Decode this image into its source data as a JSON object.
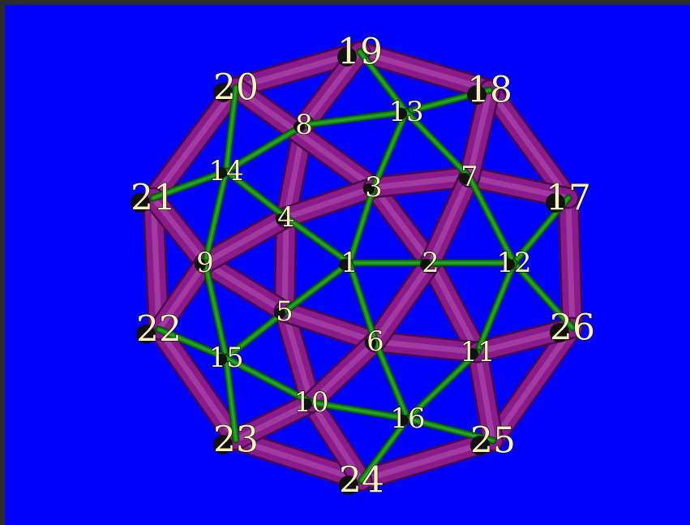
{
  "colors": {
    "background": "#0000ff",
    "outer_edge": "#8b1a8b",
    "inner_edge": "#138a13",
    "node": "#111111",
    "label": "#f6f0c0"
  },
  "nodes": [
    {
      "id": "1",
      "label": "1"
    },
    {
      "id": "2",
      "label": "2"
    },
    {
      "id": "3",
      "label": "3"
    },
    {
      "id": "4",
      "label": "4"
    },
    {
      "id": "5",
      "label": "5"
    },
    {
      "id": "6",
      "label": "6"
    },
    {
      "id": "7",
      "label": "7"
    },
    {
      "id": "8",
      "label": "8"
    },
    {
      "id": "9",
      "label": "9"
    },
    {
      "id": "10",
      "label": "10"
    },
    {
      "id": "11",
      "label": "11"
    },
    {
      "id": "12",
      "label": "12"
    },
    {
      "id": "13",
      "label": "13"
    },
    {
      "id": "14",
      "label": "14"
    },
    {
      "id": "15",
      "label": "15"
    },
    {
      "id": "16",
      "label": "16"
    },
    {
      "id": "17",
      "label": "17"
    },
    {
      "id": "18",
      "label": "18"
    },
    {
      "id": "19",
      "label": "19"
    },
    {
      "id": "20",
      "label": "20"
    },
    {
      "id": "21",
      "label": "21"
    },
    {
      "id": "22",
      "label": "22"
    },
    {
      "id": "23",
      "label": "23"
    },
    {
      "id": "24",
      "label": "24"
    },
    {
      "id": "25",
      "label": "25"
    },
    {
      "id": "26",
      "label": "26"
    }
  ],
  "edges": [
    {
      "from": "19",
      "to": "18",
      "style": "outer"
    },
    {
      "from": "18",
      "to": "17",
      "style": "outer"
    },
    {
      "from": "17",
      "to": "26",
      "style": "outer"
    },
    {
      "from": "26",
      "to": "25",
      "style": "outer"
    },
    {
      "from": "25",
      "to": "24",
      "style": "outer"
    },
    {
      "from": "24",
      "to": "23",
      "style": "outer"
    },
    {
      "from": "23",
      "to": "22",
      "style": "outer"
    },
    {
      "from": "22",
      "to": "21",
      "style": "outer"
    },
    {
      "from": "21",
      "to": "20",
      "style": "outer"
    },
    {
      "from": "20",
      "to": "19",
      "style": "outer"
    },
    {
      "from": "19",
      "to": "8",
      "style": "outer"
    },
    {
      "from": "8",
      "to": "4",
      "style": "outer"
    },
    {
      "from": "4",
      "to": "5",
      "style": "outer"
    },
    {
      "from": "5",
      "to": "10",
      "style": "outer"
    },
    {
      "from": "10",
      "to": "24",
      "style": "outer"
    },
    {
      "from": "20",
      "to": "3",
      "style": "outer"
    },
    {
      "from": "3",
      "to": "2",
      "style": "outer"
    },
    {
      "from": "2",
      "to": "11",
      "style": "outer"
    },
    {
      "from": "11",
      "to": "25",
      "style": "outer"
    },
    {
      "from": "21",
      "to": "9",
      "style": "outer"
    },
    {
      "from": "9",
      "to": "5",
      "style": "outer"
    },
    {
      "from": "5",
      "to": "6",
      "style": "outer"
    },
    {
      "from": "6",
      "to": "11",
      "style": "outer"
    },
    {
      "from": "11",
      "to": "26",
      "style": "outer"
    },
    {
      "from": "22",
      "to": "9",
      "style": "outer"
    },
    {
      "from": "9",
      "to": "4",
      "style": "outer"
    },
    {
      "from": "4",
      "to": "3",
      "style": "outer"
    },
    {
      "from": "3",
      "to": "7",
      "style": "outer"
    },
    {
      "from": "7",
      "to": "17",
      "style": "outer"
    },
    {
      "from": "23",
      "to": "10",
      "style": "outer"
    },
    {
      "from": "10",
      "to": "6",
      "style": "outer"
    },
    {
      "from": "6",
      "to": "2",
      "style": "outer"
    },
    {
      "from": "2",
      "to": "7",
      "style": "outer"
    },
    {
      "from": "7",
      "to": "18",
      "style": "outer"
    },
    {
      "from": "19",
      "to": "13",
      "style": "inner"
    },
    {
      "from": "13",
      "to": "18",
      "style": "inner"
    },
    {
      "from": "13",
      "to": "8",
      "style": "inner"
    },
    {
      "from": "13",
      "to": "3",
      "style": "inner"
    },
    {
      "from": "13",
      "to": "7",
      "style": "inner"
    },
    {
      "from": "8",
      "to": "14",
      "style": "inner"
    },
    {
      "from": "20",
      "to": "14",
      "style": "inner"
    },
    {
      "from": "14",
      "to": "21",
      "style": "inner"
    },
    {
      "from": "14",
      "to": "9",
      "style": "inner"
    },
    {
      "from": "14",
      "to": "4",
      "style": "inner"
    },
    {
      "from": "4",
      "to": "1",
      "style": "inner"
    },
    {
      "from": "3",
      "to": "1",
      "style": "inner"
    },
    {
      "from": "1",
      "to": "2",
      "style": "inner"
    },
    {
      "from": "2",
      "to": "12",
      "style": "inner"
    },
    {
      "from": "1",
      "to": "5",
      "style": "inner"
    },
    {
      "from": "1",
      "to": "6",
      "style": "inner"
    },
    {
      "from": "7",
      "to": "12",
      "style": "inner"
    },
    {
      "from": "17",
      "to": "12",
      "style": "inner"
    },
    {
      "from": "12",
      "to": "26",
      "style": "inner"
    },
    {
      "from": "12",
      "to": "11",
      "style": "inner"
    },
    {
      "from": "9",
      "to": "15",
      "style": "inner"
    },
    {
      "from": "22",
      "to": "15",
      "style": "inner"
    },
    {
      "from": "15",
      "to": "5",
      "style": "inner"
    },
    {
      "from": "15",
      "to": "23",
      "style": "inner"
    },
    {
      "from": "15",
      "to": "10",
      "style": "inner"
    },
    {
      "from": "10",
      "to": "16",
      "style": "inner"
    },
    {
      "from": "6",
      "to": "16",
      "style": "inner"
    },
    {
      "from": "11",
      "to": "16",
      "style": "inner"
    },
    {
      "from": "16",
      "to": "24",
      "style": "inner"
    },
    {
      "from": "16",
      "to": "25",
      "style": "inner"
    }
  ]
}
